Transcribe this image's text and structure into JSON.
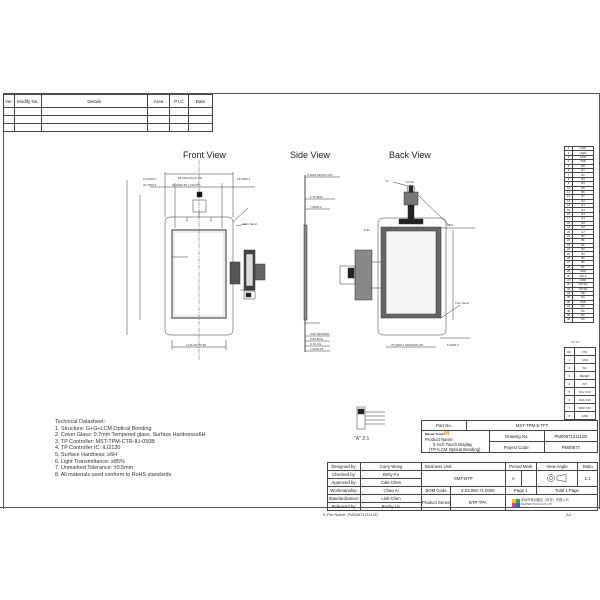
{
  "revision_table": {
    "headers": [
      "Ver.",
      "Modify No.",
      "Details",
      "Area",
      "P.I.C",
      "Date"
    ],
    "rows": 3
  },
  "views": {
    "front": "Front View",
    "side": "Side View",
    "back": "Back View",
    "detail": "\"A\" 2:1",
    "detail_marker": "\"A\""
  },
  "annotations": {
    "turn_hand_front": "Turn hand",
    "turn_hand_back": "Turn hand",
    "fpc": "FPC",
    "top_dim_1": "90.90±0.35 ( CG/OD)",
    "top_dim_2": "64.20±0.2(CG VA)",
    "left_dim": "12.90±0.2",
    "left_dim_2": "22.75±0.5",
    "right_dim": "12.90±0.2",
    "lcm_dim": "LCM OD 75.90",
    "side_dim_1": "0.30±0.03(FPC+PI)",
    "side_dim_2": "1.75 MAX",
    "side_dim_3": "7.00±0.2",
    "side_bottom_1": "0.60 SENSOR",
    "side_bottom_2": "0.60 BOA",
    "side_bottom_3": "0.70 CG",
    "side_bottom_4": "1.60±0.15",
    "back_dim_1": "10.50",
    "back_dim_bottom": "75.90±0.2 SENSOR OD",
    "back_dim_right": "5.10±0.2",
    "back_dim_2": "6.81"
  },
  "datasheet": {
    "title": "Technical Datasheet:",
    "items": [
      "1. Structure: G+G+LCM Optical Bonding",
      "2. Cover Glass: 0.7mm Tempered glass, Surface Hardness≥6H",
      "3. TP Controller:   MST-TPM-CTR-ILI-050B",
      "4. TP Controller IC: ILI2130",
      "5. Surface Hardness: ≥6H",
      "6. Light Transmittance: ≥85%",
      "7. Unmarked Tolerance: ±0.5mm",
      "8. All materials used conform to RoHS standards"
    ]
  },
  "pin_table": {
    "rows": [
      [
        "1",
        "LEDK"
      ],
      [
        "2",
        "LEDA"
      ],
      [
        "3",
        "GND"
      ],
      [
        "4",
        "VDD"
      ],
      [
        "5",
        "R0"
      ],
      [
        "6",
        "R1"
      ],
      [
        "7",
        "R2"
      ],
      [
        "8",
        "R3"
      ],
      [
        "9",
        "R4"
      ],
      [
        "10",
        "R5"
      ],
      [
        "11",
        "R6"
      ],
      [
        "12",
        "R7"
      ],
      [
        "13",
        "G0"
      ],
      [
        "14",
        "G1"
      ],
      [
        "15",
        "G2"
      ],
      [
        "16",
        "G3"
      ],
      [
        "17",
        "G4"
      ],
      [
        "18",
        "G5"
      ],
      [
        "19",
        "G6"
      ],
      [
        "20",
        "G7"
      ],
      [
        "21",
        "B0"
      ],
      [
        "22",
        "B1"
      ],
      [
        "23",
        "B2"
      ],
      [
        "24",
        "B3"
      ],
      [
        "25",
        "B4"
      ],
      [
        "26",
        "B5"
      ],
      [
        "27",
        "B6"
      ],
      [
        "28",
        "B7"
      ],
      [
        "29",
        "GND"
      ],
      [
        "30",
        "DCLK"
      ],
      [
        "31",
        "DISP"
      ],
      [
        "32",
        "HSYNC"
      ],
      [
        "33",
        "VSYNC"
      ],
      [
        "34",
        "DE"
      ],
      [
        "35",
        "NC"
      ],
      [
        "36",
        "GND"
      ],
      [
        "37",
        "NC"
      ],
      [
        "38",
        "NC"
      ],
      [
        "39",
        "NC"
      ],
      [
        "40",
        "NC"
      ]
    ]
  },
  "tp_pin_table": {
    "title": "TP Pin",
    "headers": [
      "NO.",
      "PIN"
    ],
    "rows": [
      [
        "1",
        "GND"
      ],
      [
        "2",
        "NC"
      ],
      [
        "3",
        "RESET"
      ],
      [
        "4",
        "INT"
      ],
      [
        "5",
        "SCL 3.3V"
      ],
      [
        "6",
        "SDA 3.3V"
      ],
      [
        "7",
        "VDD 3.3V"
      ],
      [
        "8",
        "GND"
      ]
    ]
  },
  "title_block": {
    "part_no_label": "Part No.",
    "part_no": "MST-TPM-5-TFT",
    "brand": "Master Touch",
    "product_name_label": "Product Name:",
    "product_name_1": "5 inch Touch Display",
    "product_name_2": "(TP+LCM Optical Bonding)",
    "drawing_no_label": "Drawing No.",
    "drawing_no": "PM0087121112D",
    "project_code_label": "Project Code:",
    "project_code": "PM0087T",
    "business_unit_label": "Business Unit:",
    "business_unit": "SMT-BTP",
    "period_mark_label": "Period Mark",
    "period_mark": "A",
    "view_angle_label": "View Angle",
    "ratio_label": "Ratio",
    "ratio": "1:1",
    "bom_code_label": "BOM Code",
    "bom_code": "2.23.050.71.0000",
    "page": "Page 1",
    "total_page": "Total 1 Page",
    "product_series_label": "Product Series",
    "product_series": "BTP-TPA",
    "company": "深圳市美创触控（科技）有限公司",
    "company_en": "MASTER TOUCH CO.,LTD",
    "file_name": "E-File Name:  PM0087121112D",
    "sheet": "A4",
    "signatures": [
      [
        "Designed by:",
        "Curry Wong"
      ],
      [
        "Checked by:",
        "Betty Fu"
      ],
      [
        "Approved by:",
        "Cale Chen"
      ],
      [
        "Workmanship:",
        "Chao Ai"
      ],
      [
        "Standardization:",
        "Link Chen"
      ],
      [
        "Released by:",
        "Rocky Liu"
      ]
    ]
  }
}
